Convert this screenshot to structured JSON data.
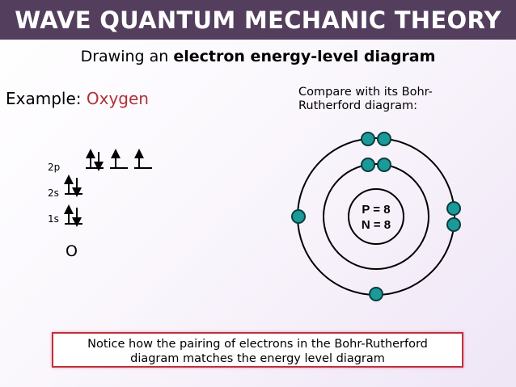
{
  "header": {
    "title": "WAVE QUANTUM MECHANIC THEORY",
    "bg_color": "#533f5d"
  },
  "subtitle": {
    "prefix": "Drawing an ",
    "bold": "electron energy-level diagram"
  },
  "example": {
    "label": "Example: ",
    "element": "Oxygen",
    "element_color": "#b03038"
  },
  "energy_diagram": {
    "levels": [
      {
        "label": "2p",
        "orbitals": [
          "up-down",
          "up",
          "up"
        ]
      },
      {
        "label": "2s",
        "orbitals": [
          "up-down"
        ]
      },
      {
        "label": "1s",
        "orbitals": [
          "up-down"
        ]
      }
    ],
    "symbol": "O"
  },
  "compare": {
    "line1": "Compare with its Bohr-",
    "line2": "Rutherford diagram:"
  },
  "bohr_diagram": {
    "nucleus": {
      "line1": "P = 8",
      "line2": "N = 8"
    },
    "shells": [
      {
        "name": "inner",
        "electrons": 2
      },
      {
        "name": "outer",
        "electrons": 6
      }
    ],
    "electron_color": "#1a9a9a"
  },
  "note": {
    "line1": "Notice how the pairing of electrons in the Bohr-Rutherford",
    "line2": "diagram matches the energy level diagram",
    "border_color": "#c0303c"
  }
}
